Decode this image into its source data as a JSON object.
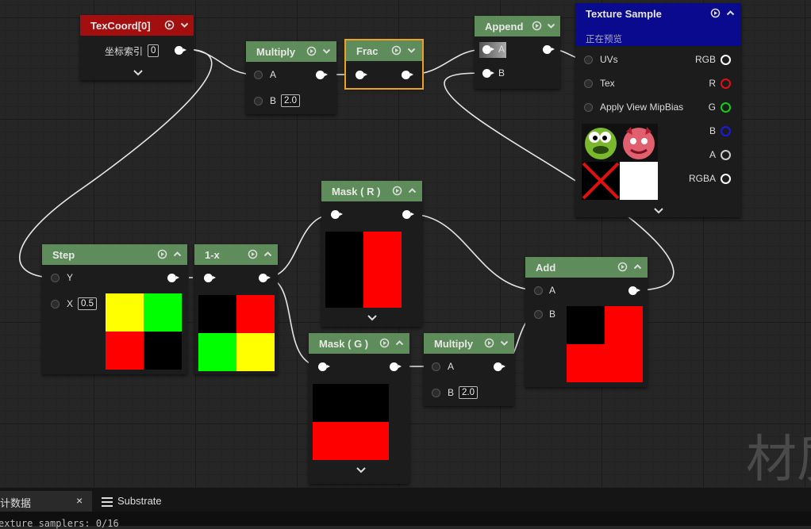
{
  "nodes": {
    "texcoord": {
      "title": "TexCoord[0]",
      "pin_label": "坐标索引",
      "value": "0"
    },
    "multiply1": {
      "title": "Multiply",
      "a": "A",
      "b": "B",
      "b_value": "2.0"
    },
    "frac": {
      "title": "Frac"
    },
    "append": {
      "title": "Append",
      "a": "A",
      "b": "B"
    },
    "texture_sample": {
      "title": "Texture Sample",
      "subtitle": "正在预览",
      "inputs": [
        "UVs",
        "Tex",
        "Apply View MipBias"
      ],
      "outputs": [
        "RGB",
        "R",
        "G",
        "B",
        "A",
        "RGBA"
      ]
    },
    "mask_r": {
      "title": "Mask ( R )"
    },
    "step": {
      "title": "Step",
      "y": "Y",
      "x": "X",
      "x_value": "0.5"
    },
    "one_minus": {
      "title": "1-x"
    },
    "mask_g": {
      "title": "Mask ( G )"
    },
    "multiply2": {
      "title": "Multiply",
      "a": "A",
      "b": "B",
      "b_value": "2.0"
    },
    "add": {
      "title": "Add",
      "a": "A",
      "b": "B"
    }
  },
  "watermark": "材质",
  "bottom": {
    "tab1_label": "计数据",
    "tab1_close": "×",
    "tab2_label": "Substrate",
    "status_text": "exture samplers: 0/16"
  },
  "colors": {
    "header_green": "#5f8c5b",
    "header_red": "#a30e0e",
    "header_blue": "#0a0a8e",
    "frac_select": "#f0a020"
  }
}
